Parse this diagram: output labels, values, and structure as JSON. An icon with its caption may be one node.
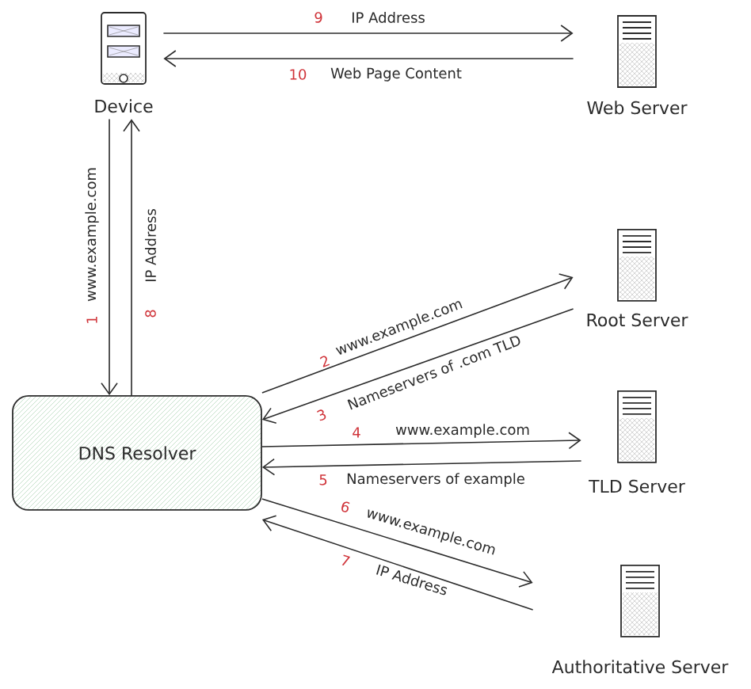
{
  "diagram": {
    "nodes": [
      {
        "text": [
          "Device"
        ]
      },
      {
        "text": [
          "Web Server"
        ]
      },
      {
        "text": [
          "Root Server"
        ]
      },
      {
        "text": [
          "DNS Resolver"
        ]
      },
      {
        "text": [
          "TLD Server"
        ]
      },
      {
        "text": [
          "Authoritative Server"
        ]
      }
    ],
    "edges": [
      {
        "from": 0,
        "to": 1,
        "arrow": "to",
        "label": "IP Address"
      },
      {
        "from": 1,
        "to": 0,
        "arrow": "to",
        "label": "Web Page Content"
      },
      {
        "from": 0,
        "to": 3,
        "arrow": "to",
        "label": "www.example.com"
      },
      {
        "from": 3,
        "to": 0,
        "arrow": "to",
        "label": "IP Address"
      },
      {
        "from": 3,
        "to": 2,
        "arrow": "to",
        "label": "www.example.com"
      },
      {
        "from": 2,
        "to": 3,
        "arrow": "to",
        "label": "Nameservers of .com TLD"
      },
      {
        "from": 3,
        "to": 4,
        "arrow": "to",
        "label": "www.example.com"
      },
      {
        "from": 4,
        "to": 3,
        "arrow": "to",
        "label": "Nameservers of example"
      },
      {
        "from": 3,
        "to": 5,
        "arrow": "to",
        "label": "www.example.com"
      },
      {
        "from": 5,
        "to": 3,
        "arrow": "to",
        "label": "IP Address"
      }
    ],
    "labels": [
      "9",
      "10",
      "1",
      "8",
      "2",
      "3",
      "4",
      "5",
      "6",
      "7"
    ]
  }
}
